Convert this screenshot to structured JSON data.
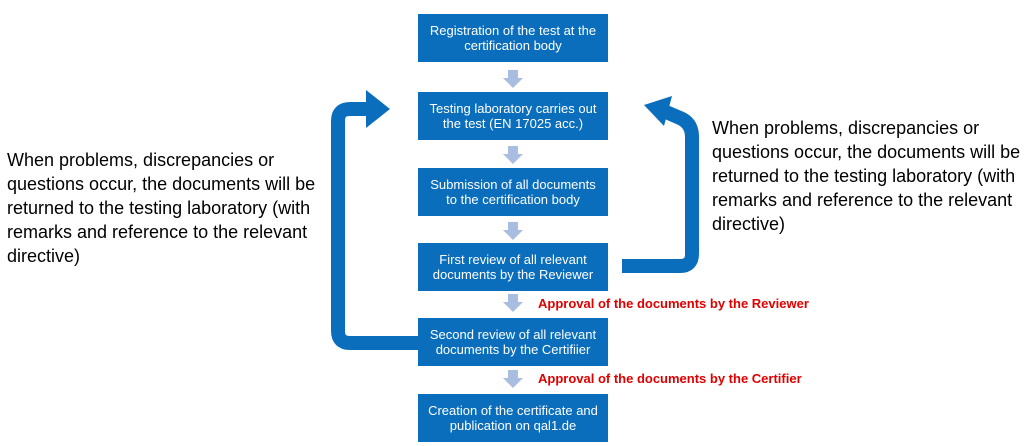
{
  "steps": [
    "Registration of the test at the certification body",
    "Testing laboratory carries out the test (EN 17025 acc.)",
    "Submission of all documents to the certification body",
    "First review of all relevant documents by the Reviewer",
    "Second review of all relevant documents by the Certifiier",
    "Creation of the certificate and publication on qal1.de"
  ],
  "side_notes": {
    "left": "When problems, discrepancies or questions occur, the documents will be returned to the testing laboratory (with remarks and reference to the relevant directive)",
    "right": "When problems, discrepancies or questions occur, the documents will be returned to the testing laboratory (with remarks and reference to the relevant directive)"
  },
  "approvals": {
    "reviewer": "Approval of the documents by the Reviewer",
    "certifier": "Approval of the documents by the Certifier"
  },
  "colors": {
    "box": "#0a6ebd",
    "loop_arrow": "#0a6ebd",
    "down_arrow": "#a9bde0",
    "approval_text": "#e00000"
  }
}
